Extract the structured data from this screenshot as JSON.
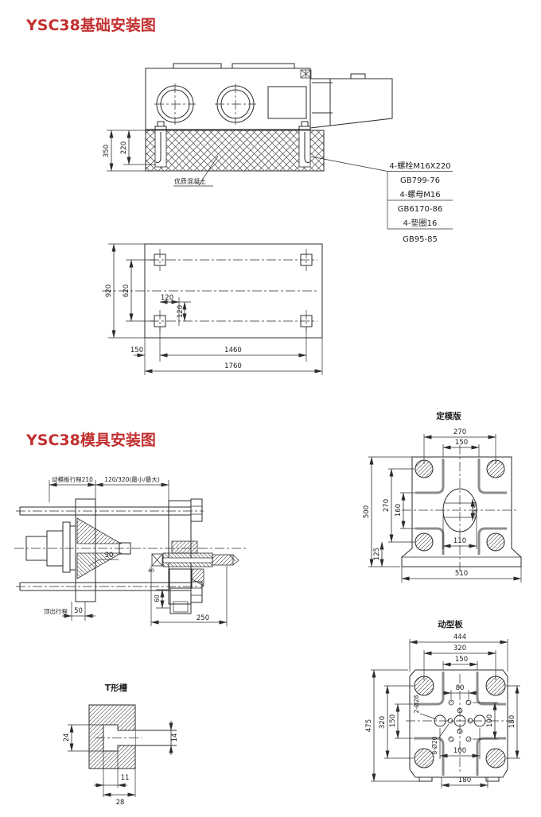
{
  "meta": {
    "bg": "#ffffff",
    "line_color": "#2b2b2b",
    "accent_red": "#c22f2f",
    "slot_gray": "#8d8d8d"
  },
  "foundation_section": {
    "title": "YSC38基础安装图",
    "elevation": {
      "dim_depth_total": "350",
      "dim_bolt_depth": "220",
      "concrete_note": "优质混凝土",
      "bolt_notes": [
        "4-螺栓M16X220",
        "GB799-76",
        "4-螺母M16",
        "GB6170-86",
        "4-垫圈16",
        "GB95-85"
      ]
    },
    "plan": {
      "dim_depth_overall": "920",
      "dim_bolt_span_v": "620",
      "dim_offset_h": "120",
      "dim_offset_v": "120",
      "dim_left_offset": "150",
      "dim_bolt_span_h": "1460",
      "dim_width_overall": "1760"
    }
  },
  "mold_section": {
    "title": "YSC38模具安装图",
    "clamp_view": {
      "dim_platen_stroke": "动模板行程210",
      "dim_mold_height": "120/320(最小/最大)",
      "dim_30": "30",
      "ejector_label": "顶出行程",
      "dim_50": "50",
      "dim_40": "40",
      "dim_60": "60",
      "dim_250": "250"
    },
    "fixed_platen": {
      "title": "定模版",
      "dim_270_top": "270",
      "dim_150_top": "150",
      "dim_500": "500",
      "dim_270_left": "270",
      "dim_160": "160",
      "dim_125": "125",
      "dim_110": "110",
      "dim_oval": "30,50",
      "dim_510": "510"
    },
    "moving_platen": {
      "title": "动型板",
      "dim_444": "444",
      "dim_320_top": "320",
      "dim_150_top": "150",
      "dim_80": "80",
      "dim_475": "475",
      "dim_320_left": "320",
      "dim_150_left": "150",
      "dim_180_right": "180",
      "dim_100_right": "100",
      "dim_100_bottom": "100",
      "dim_180_bottom": "180",
      "note_2_holes": "2-Ø28",
      "note_8_holes": "8-Ø20"
    },
    "tslot": {
      "title": "T形槽",
      "dim_24": "24",
      "dim_14": "14",
      "dim_11": "11",
      "dim_28": "28"
    }
  }
}
